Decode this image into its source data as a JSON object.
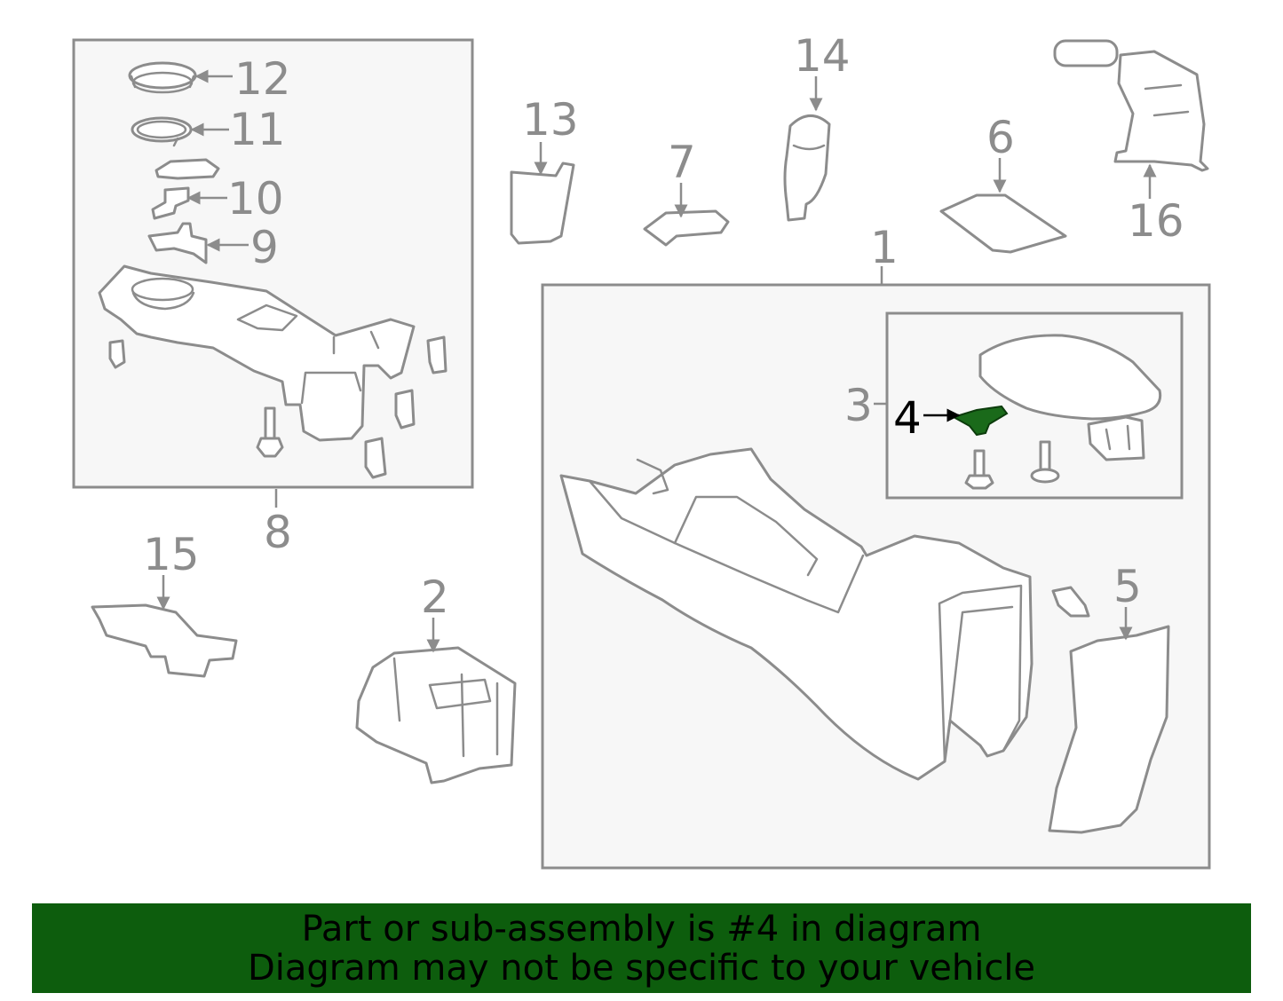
{
  "callouts": {
    "n1": "1",
    "n2": "2",
    "n3": "3",
    "n4": "4",
    "n5": "5",
    "n6": "6",
    "n7": "7",
    "n8": "8",
    "n9": "9",
    "n10": "10",
    "n11": "11",
    "n12": "12",
    "n13": "13",
    "n14": "14",
    "n15": "15",
    "n16": "16"
  },
  "highlight": {
    "part_number": "4",
    "color": "#0d5d0d"
  },
  "banner": {
    "line1": "Part or sub-assembly is #4 in diagram",
    "line2": "Diagram may not be specific to your vehicle"
  }
}
